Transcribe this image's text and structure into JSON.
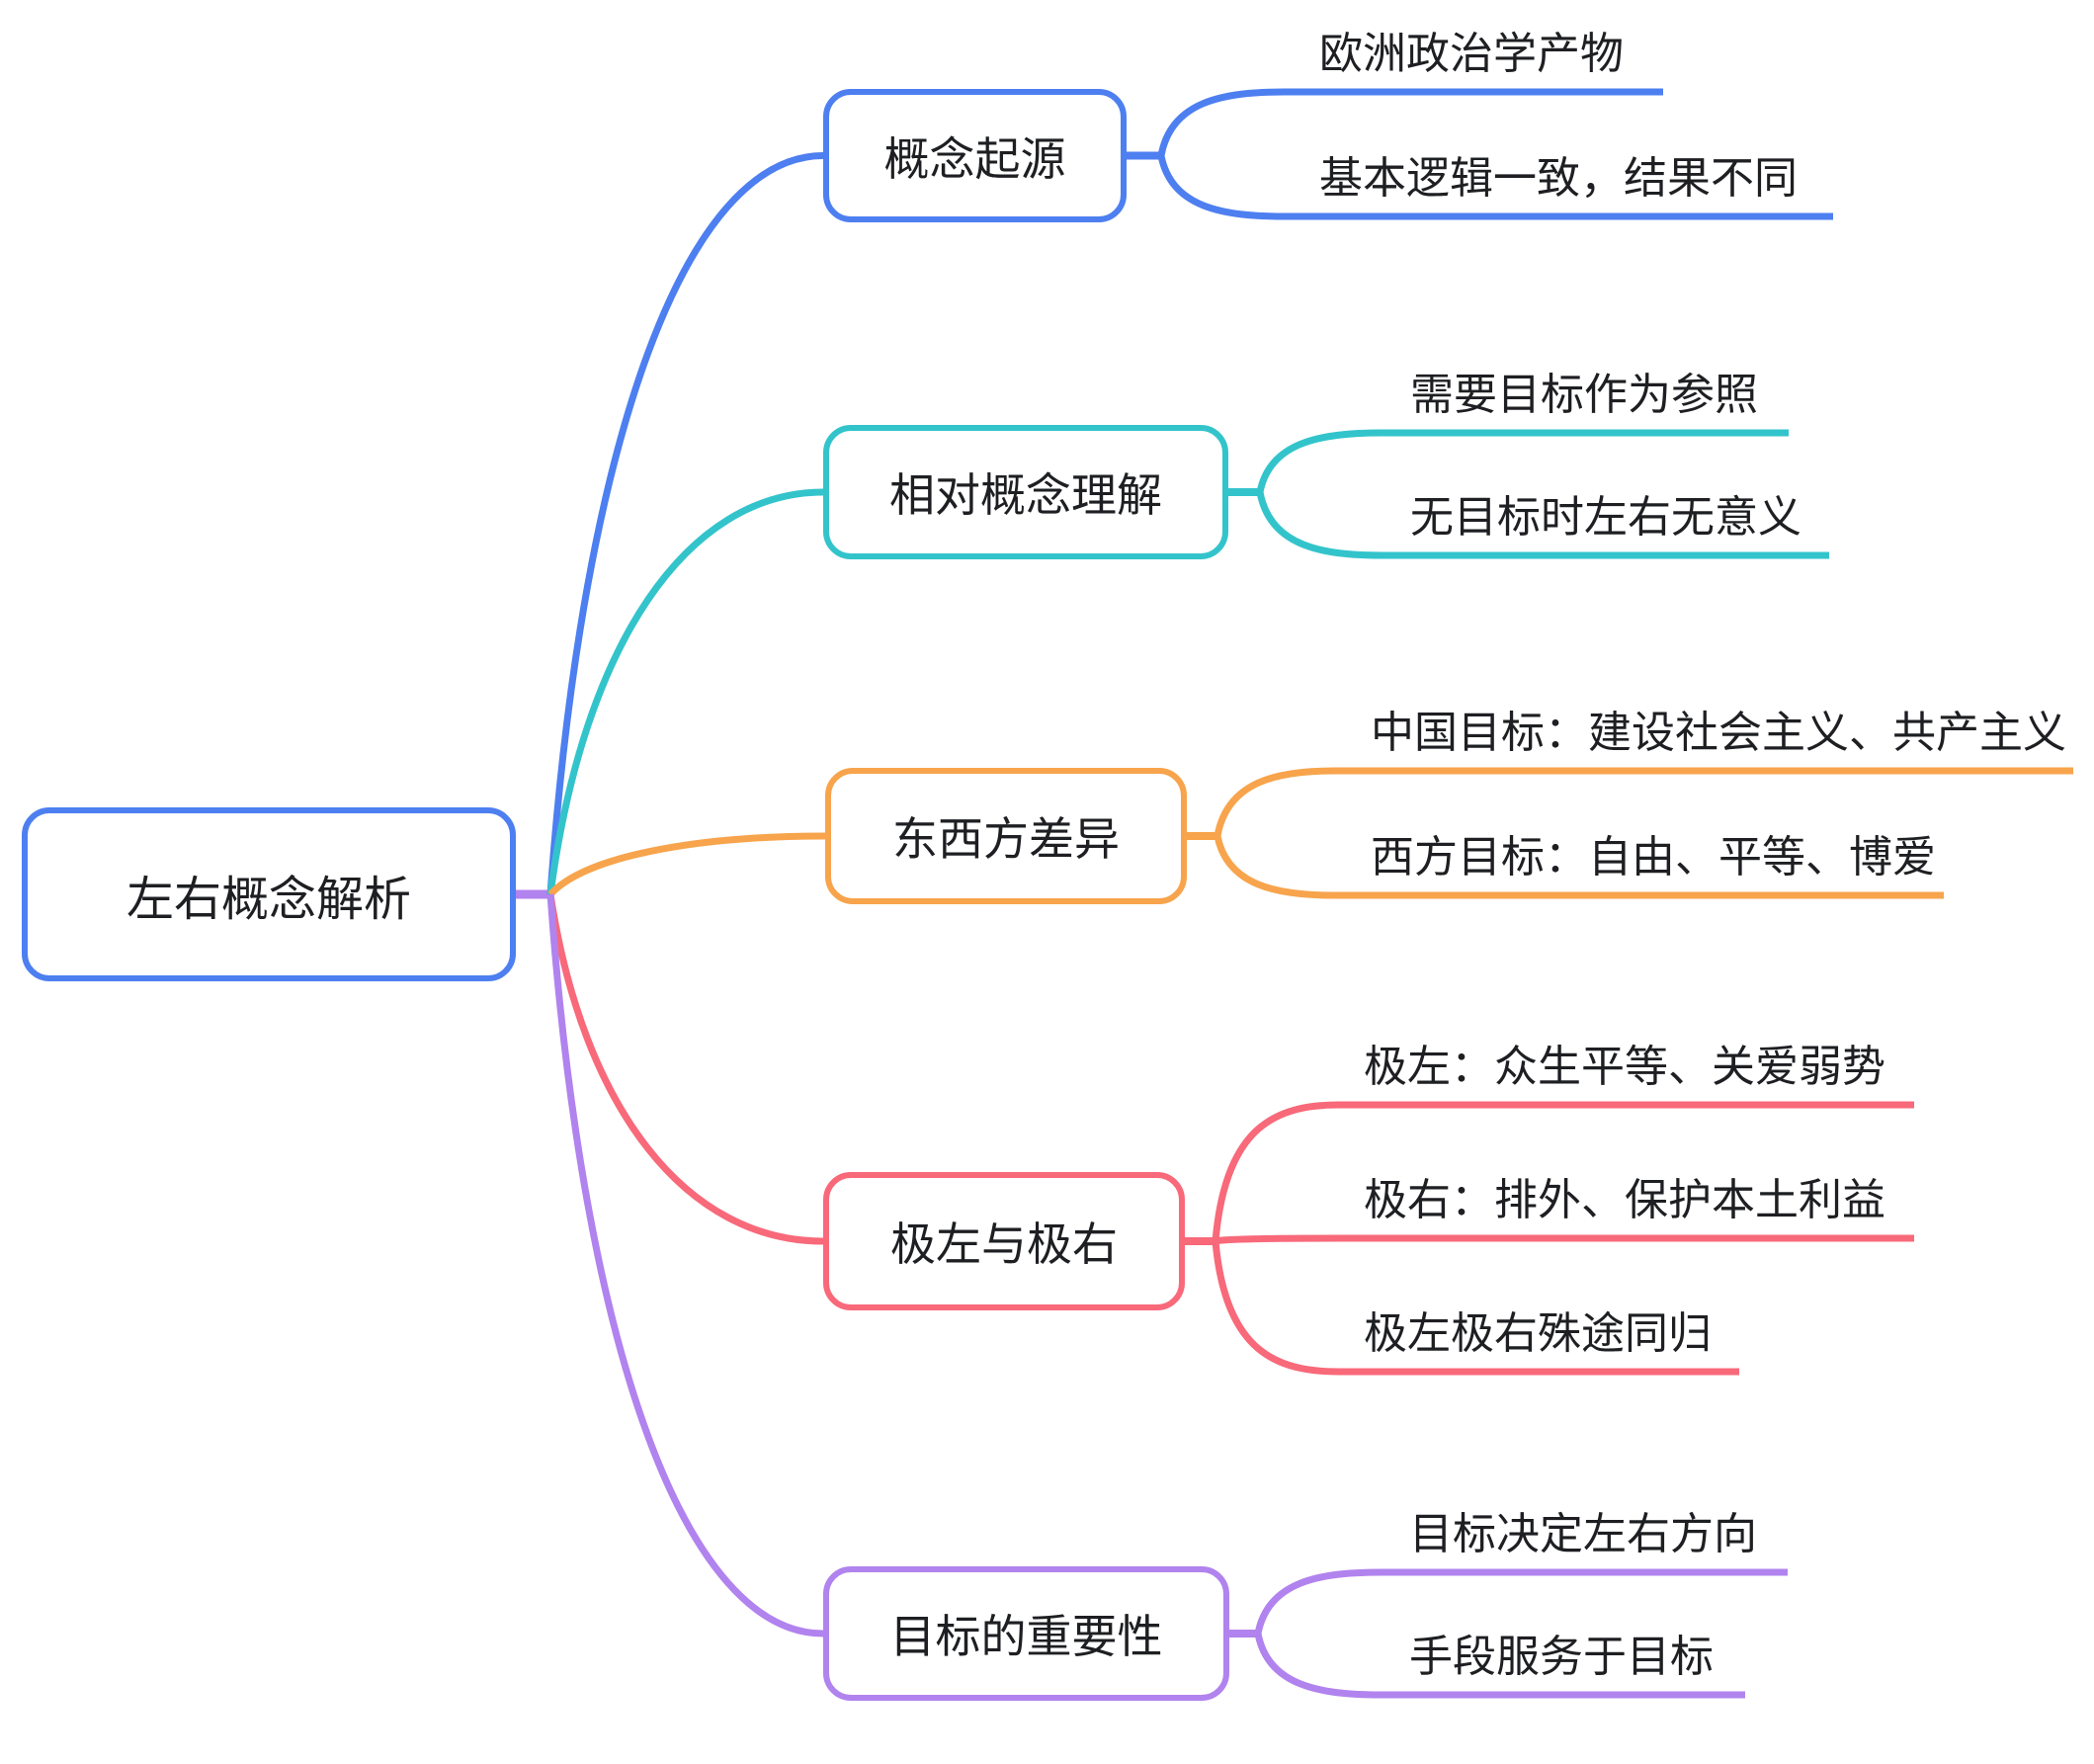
{
  "colors": {
    "blue": "#4D7FF0",
    "teal": "#33C4CB",
    "orange": "#F7A44C",
    "red": "#F8697A",
    "purple": "#B183EE",
    "text": "#1E1F22",
    "background": "#FFFFFF"
  },
  "root": {
    "label": "左右概念解析",
    "color": "#4D7FF0"
  },
  "branches": [
    {
      "label": "概念起源",
      "color": "#4D7FF0",
      "children": [
        {
          "label": "欧洲政治学产物"
        },
        {
          "label": "基本逻辑一致，结果不同"
        }
      ]
    },
    {
      "label": "相对概念理解",
      "color": "#33C4CB",
      "children": [
        {
          "label": "需要目标作为参照"
        },
        {
          "label": "无目标时左右无意义"
        }
      ]
    },
    {
      "label": "东西方差异",
      "color": "#F7A44C",
      "children": [
        {
          "label": "中国目标：建设社会主义、共产主义"
        },
        {
          "label": "西方目标：自由、平等、博爱"
        }
      ]
    },
    {
      "label": "极左与极右",
      "color": "#F8697A",
      "children": [
        {
          "label": "极左：众生平等、关爱弱势"
        },
        {
          "label": "极右：排外、保护本土利益"
        },
        {
          "label": "极左极右殊途同归"
        }
      ]
    },
    {
      "label": "目标的重要性",
      "color": "#B183EE",
      "children": [
        {
          "label": "目标决定左右方向"
        },
        {
          "label": "手段服务于目标"
        }
      ]
    }
  ]
}
